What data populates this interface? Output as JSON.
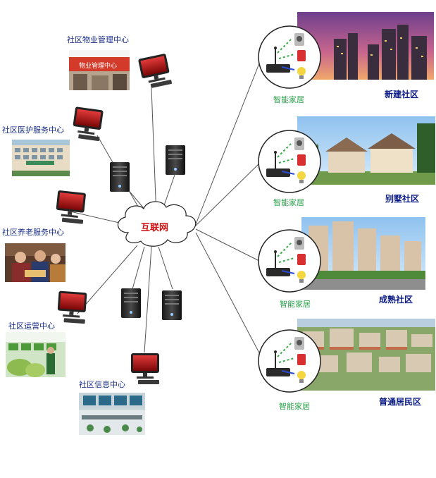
{
  "center": {
    "label": "互联网"
  },
  "centers": [
    {
      "key": "property",
      "label": "社区物业管理中心",
      "sign": "物业管理中心"
    },
    {
      "key": "medical",
      "label": "社区医护服务中心"
    },
    {
      "key": "elderly",
      "label": "社区养老服务中心"
    },
    {
      "key": "operation",
      "label": "社区运营中心"
    },
    {
      "key": "info",
      "label": "社区信息中心"
    }
  ],
  "communities": [
    {
      "key": "new",
      "smart_label": "智能家居",
      "name": "新建社区"
    },
    {
      "key": "villa",
      "smart_label": "智能家居",
      "name": "别墅社区"
    },
    {
      "key": "mature",
      "smart_label": "智能家居",
      "name": "成熟社区"
    },
    {
      "key": "ordinary",
      "smart_label": "智能家居",
      "name": "普通居民区"
    }
  ],
  "icons": {
    "computer": "desktop-computer-icon",
    "server": "tower-server-icon",
    "cloud": "internet-cloud-icon",
    "smart_home": "smart-home-icon"
  },
  "colors": {
    "center_label": "#1a2f8a",
    "smart_label": "#2aa24a",
    "community_label": "#0b1b86",
    "cloud_label": "#d01010",
    "line": "#555555"
  }
}
